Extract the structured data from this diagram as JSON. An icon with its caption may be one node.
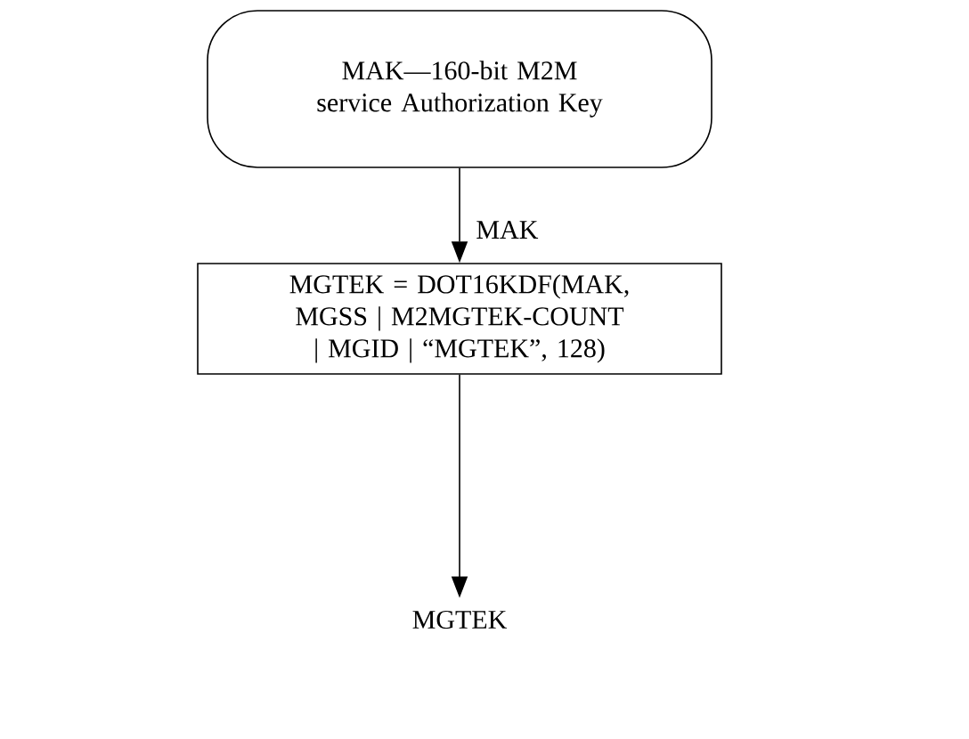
{
  "diagram": {
    "nodes": [
      {
        "text": [
          "MAK—160-bit M2M service Authorization Key"
        ]
      },
      {
        "text": [
          "MGTEK = DOT16KDF(MAK, MGSS | M2MGTEK-COUNT | MGID | “MGTEK”, 128)"
        ]
      },
      {
        "text": [
          "MGTEK"
        ]
      }
    ],
    "edges": [
      {
        "from": 0,
        "to": 1,
        "arrow": "to",
        "label": "MAK"
      },
      {
        "from": 1,
        "to": 2,
        "arrow": "to"
      }
    ]
  }
}
